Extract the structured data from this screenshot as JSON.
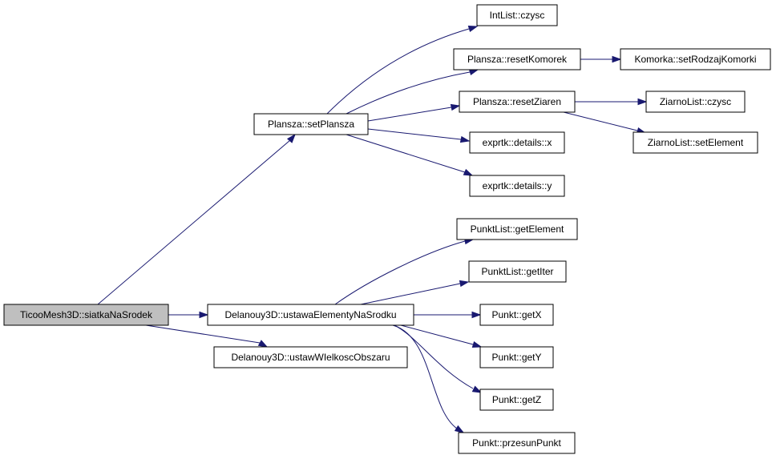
{
  "colors": {
    "edge": "#191970",
    "root_fill": "#bfbfbf",
    "node_fill": "#ffffff",
    "border": "#000000"
  },
  "nodes": {
    "root": "TicooMesh3D::siatkaNaSrodek",
    "setPlansza": "Plansza::setPlansza",
    "ustawElementy": "Delanouy3D::ustawaElementyNaSrodku",
    "ustawWielkosc": "Delanouy3D::ustawWIelkoscObszaru",
    "intListCzysc": "IntList::czysc",
    "resetKomorek": "Plansza::resetKomorek",
    "setRodzaj": "Komorka::setRodzajKomorki",
    "resetZiaren": "Plansza::resetZiaren",
    "ziarnoCzysc": "ZiarnoList::czysc",
    "ziarnoSetElement": "ZiarnoList::setElement",
    "detailsX": "exprtk::details::x",
    "detailsY": "exprtk::details::y",
    "getElement": "PunktList::getElement",
    "getIter": "PunktList::getIter",
    "getX": "Punkt::getX",
    "getY": "Punkt::getY",
    "getZ": "Punkt::getZ",
    "przesun": "Punkt::przesunPunkt"
  },
  "edges": [
    [
      "root",
      "setPlansza"
    ],
    [
      "root",
      "ustawElementy"
    ],
    [
      "root",
      "ustawWielkosc"
    ],
    [
      "setPlansza",
      "intListCzysc"
    ],
    [
      "setPlansza",
      "resetKomorek"
    ],
    [
      "setPlansza",
      "resetZiaren"
    ],
    [
      "setPlansza",
      "detailsX"
    ],
    [
      "setPlansza",
      "detailsY"
    ],
    [
      "resetKomorek",
      "setRodzaj"
    ],
    [
      "resetZiaren",
      "ziarnoCzysc"
    ],
    [
      "resetZiaren",
      "ziarnoSetElement"
    ],
    [
      "ustawElementy",
      "getElement"
    ],
    [
      "ustawElementy",
      "getIter"
    ],
    [
      "ustawElementy",
      "getX"
    ],
    [
      "ustawElementy",
      "getY"
    ],
    [
      "ustawElementy",
      "getZ"
    ],
    [
      "ustawElementy",
      "przesun"
    ]
  ]
}
